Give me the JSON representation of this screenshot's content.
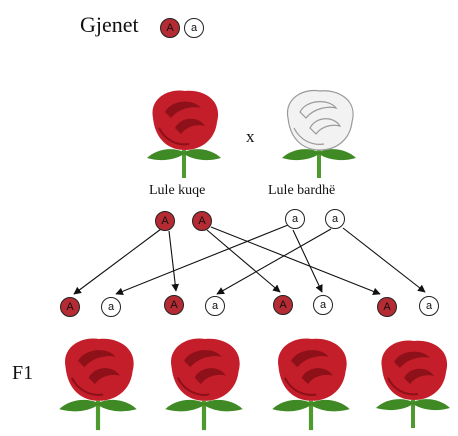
{
  "title": "Gjenet",
  "cross_symbol": "x",
  "f1_label": "F1",
  "parents": {
    "red_label": "Lule kuqe",
    "white_label": "Lule bardhë"
  },
  "alleles": {
    "dominant": "A",
    "recessive": "a"
  },
  "colors": {
    "dominant_allele": "#b52b33",
    "red_petal": "#c41e2a",
    "red_petal_dark": "#8e1019",
    "white_petal": "#f2f2f2",
    "white_petal_edge": "#9a9a9a",
    "stem": "#4f9a2e",
    "leaf": "#3f8a24"
  },
  "icons": [
    "red-rose-icon",
    "white-rose-icon",
    "arrow-icon"
  ]
}
